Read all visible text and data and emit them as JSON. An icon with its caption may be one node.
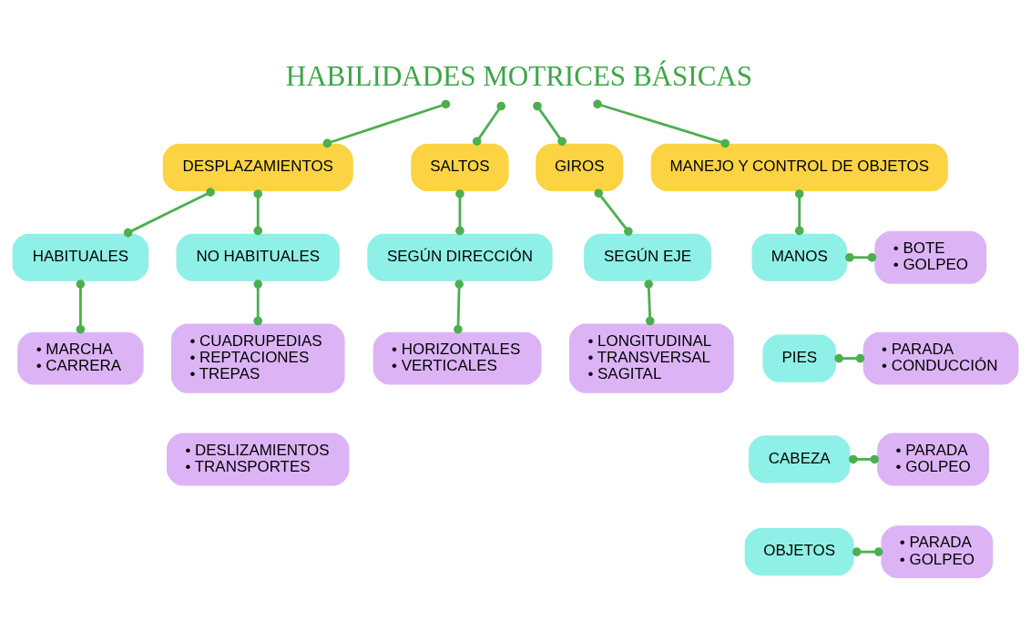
{
  "diagram": {
    "nodes": [
      {
        "text": [
          "HABILIDADES MOTRICES BÁSICAS"
        ]
      },
      {
        "text": [
          "DESPLAZAMIENTOS"
        ]
      },
      {
        "text": [
          "SALTOS"
        ]
      },
      {
        "text": [
          "GIROS"
        ]
      },
      {
        "text": [
          "MANEJO Y CONTROL DE OBJETOS"
        ]
      },
      {
        "text": [
          "HABITUALES"
        ]
      },
      {
        "text": [
          "NO HABITUALES"
        ]
      },
      {
        "text": [
          "SEGÚN DIRECCIÓN"
        ]
      },
      {
        "text": [
          "SEGÚN EJE"
        ]
      },
      {
        "text": [
          "MANOS"
        ]
      },
      {
        "text": [
          "PIES"
        ]
      },
      {
        "text": [
          "CABEZA"
        ]
      },
      {
        "text": [
          "OBJETOS"
        ]
      },
      {
        "text": [
          "• MARCHA",
          "• CARRERA"
        ]
      },
      {
        "text": [
          "• CUADRUPEDIAS",
          "• REPTACIONES",
          "• TREPAS"
        ]
      },
      {
        "text": [
          "• DESLIZAMIENTOS",
          "• TRANSPORTES"
        ]
      },
      {
        "text": [
          "• HORIZONTALES",
          "• VERTICALES"
        ]
      },
      {
        "text": [
          "• LONGITUDINAL",
          "• TRANSVERSAL",
          "• SAGITAL"
        ]
      },
      {
        "text": [
          "• BOTE",
          "• GOLPEO"
        ]
      },
      {
        "text": [
          "• PARADA",
          "• CONDUCCIÓN"
        ]
      },
      {
        "text": [
          "• PARADA",
          "• GOLPEO"
        ]
      },
      {
        "text": [
          "• PARADA",
          "• GOLPEO"
        ]
      }
    ],
    "edges": [
      {
        "from": 0,
        "to": 1,
        "arrow": "other"
      },
      {
        "from": 0,
        "to": 2,
        "arrow": "other"
      },
      {
        "from": 0,
        "to": 3,
        "arrow": "other"
      },
      {
        "from": 0,
        "to": 4,
        "arrow": "other"
      },
      {
        "from": 1,
        "to": 5,
        "arrow": "other"
      },
      {
        "from": 1,
        "to": 6,
        "arrow": "other"
      },
      {
        "from": 2,
        "to": 7,
        "arrow": "other"
      },
      {
        "from": 3,
        "to": 8,
        "arrow": "other"
      },
      {
        "from": 4,
        "to": 9,
        "arrow": "other"
      },
      {
        "from": 5,
        "to": 13,
        "arrow": "other"
      },
      {
        "from": 6,
        "to": 14,
        "arrow": "other"
      },
      {
        "from": 7,
        "to": 16,
        "arrow": "other"
      },
      {
        "from": 8,
        "to": 17,
        "arrow": "other"
      },
      {
        "from": 9,
        "to": 18,
        "arrow": "other"
      },
      {
        "from": 10,
        "to": 19,
        "arrow": "other"
      },
      {
        "from": 11,
        "to": 20,
        "arrow": "other"
      },
      {
        "from": 12,
        "to": 21,
        "arrow": "other"
      }
    ]
  }
}
